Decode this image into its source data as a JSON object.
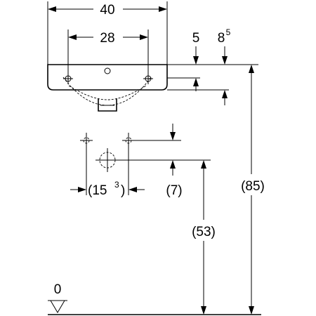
{
  "dimensions": {
    "overall_width": "40",
    "tap_spacing": "28",
    "rim_offset": "5",
    "rim_depth_main": "8",
    "rim_depth_sup": "5",
    "waste_spacing_main": "(15",
    "waste_spacing_sup": "3",
    "waste_spacing_close": ")",
    "waste_offset": "(7)",
    "waste_height": "(53)",
    "rim_height": "(85)",
    "floor_level": "0"
  }
}
